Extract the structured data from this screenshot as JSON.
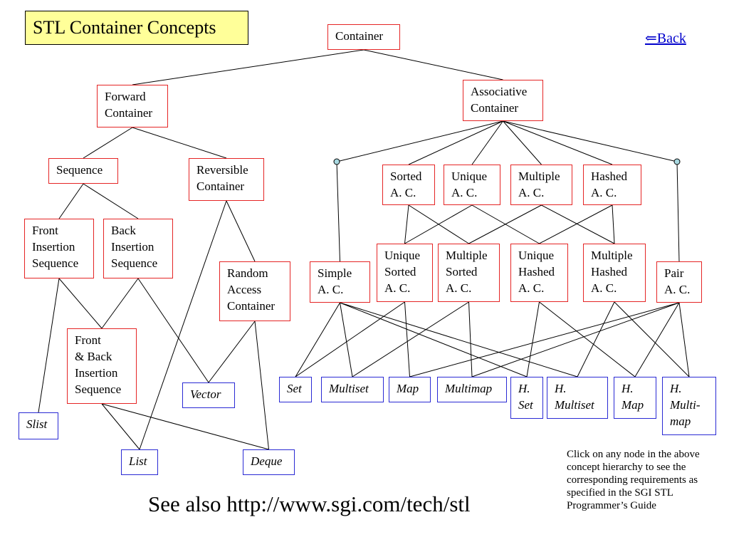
{
  "title": "STL Container Concepts",
  "back_link": "⇐Back",
  "see_also": "See also http://www.sgi.com/tech/stl",
  "note": "Click on any node in the above concept hierarchy to see the corresponding requirements as specified in the SGI STL Programmer’s Guide",
  "colors": {
    "concept_border": "#e52525",
    "model_border": "#2a2ad4",
    "title_fill": "#ffff99",
    "junction_fill": "#a8d8e0"
  },
  "nodes": {
    "container": [
      "Container"
    ],
    "forward_container": [
      "Forward",
      "Container"
    ],
    "associative_container": [
      "Associative",
      "Container"
    ],
    "sequence": [
      "Sequence"
    ],
    "reversible_container": [
      "Reversible",
      "Container"
    ],
    "sorted_ac": [
      "Sorted",
      "A. C."
    ],
    "unique_ac": [
      "Unique",
      "A. C."
    ],
    "multiple_ac": [
      "Multiple",
      "A. C."
    ],
    "hashed_ac": [
      "Hashed",
      "A. C."
    ],
    "front_insertion_sequence": [
      "Front",
      "Insertion",
      "Sequence"
    ],
    "back_insertion_sequence": [
      "Back",
      "Insertion",
      "Sequence"
    ],
    "random_access_container": [
      "Random",
      "Access",
      "Container"
    ],
    "simple_ac": [
      "Simple",
      "A. C."
    ],
    "unique_sorted_ac": [
      "Unique",
      "Sorted",
      "A. C."
    ],
    "multiple_sorted_ac": [
      "Multiple",
      "Sorted",
      "A. C."
    ],
    "unique_hashed_ac": [
      "Unique",
      "Hashed",
      "A. C."
    ],
    "multiple_hashed_ac": [
      "Multiple",
      "Hashed",
      "A. C."
    ],
    "pair_ac": [
      "Pair",
      "A. C."
    ],
    "front_back_insertion_sequence": [
      "Front",
      "& Back",
      "Insertion",
      "Sequence"
    ],
    "vector": [
      "Vector"
    ],
    "slist": [
      "Slist"
    ],
    "list": [
      "List"
    ],
    "deque": [
      "Deque"
    ],
    "set": [
      "Set"
    ],
    "multiset": [
      "Multiset"
    ],
    "map": [
      "Map"
    ],
    "multimap": [
      "Multimap"
    ],
    "hash_set": [
      "H.",
      "Set"
    ],
    "hash_multiset": [
      "H.",
      "Multiset"
    ],
    "hash_map": [
      "H.",
      "Map"
    ],
    "hash_multimap": [
      "H.",
      "Multi-",
      "map"
    ]
  },
  "edges": [
    [
      "container",
      "forward_container"
    ],
    [
      "container",
      "associative_container"
    ],
    [
      "forward_container",
      "sequence"
    ],
    [
      "forward_container",
      "reversible_container"
    ],
    [
      "associative_container",
      "junction_left"
    ],
    [
      "associative_container",
      "junction_right"
    ],
    [
      "associative_container",
      "sorted_ac"
    ],
    [
      "associative_container",
      "unique_ac"
    ],
    [
      "associative_container",
      "multiple_ac"
    ],
    [
      "associative_container",
      "hashed_ac"
    ],
    [
      "junction_left",
      "simple_ac"
    ],
    [
      "junction_right",
      "pair_ac"
    ],
    [
      "sequence",
      "front_insertion_sequence"
    ],
    [
      "sequence",
      "back_insertion_sequence"
    ],
    [
      "reversible_container",
      "random_access_container"
    ],
    [
      "reversible_container",
      "list"
    ],
    [
      "sorted_ac",
      "unique_sorted_ac"
    ],
    [
      "sorted_ac",
      "multiple_sorted_ac"
    ],
    [
      "unique_ac",
      "unique_sorted_ac"
    ],
    [
      "unique_ac",
      "unique_hashed_ac"
    ],
    [
      "multiple_ac",
      "multiple_sorted_ac"
    ],
    [
      "multiple_ac",
      "multiple_hashed_ac"
    ],
    [
      "hashed_ac",
      "unique_hashed_ac"
    ],
    [
      "hashed_ac",
      "multiple_hashed_ac"
    ],
    [
      "front_insertion_sequence",
      "slist"
    ],
    [
      "front_insertion_sequence",
      "front_back_insertion_sequence"
    ],
    [
      "back_insertion_sequence",
      "front_back_insertion_sequence"
    ],
    [
      "back_insertion_sequence",
      "vector"
    ],
    [
      "random_access_container",
      "vector"
    ],
    [
      "random_access_container",
      "deque"
    ],
    [
      "front_back_insertion_sequence",
      "list"
    ],
    [
      "front_back_insertion_sequence",
      "deque"
    ],
    [
      "simple_ac",
      "set"
    ],
    [
      "simple_ac",
      "multiset"
    ],
    [
      "simple_ac",
      "hash_set"
    ],
    [
      "simple_ac",
      "hash_multiset"
    ],
    [
      "pair_ac",
      "map"
    ],
    [
      "pair_ac",
      "multimap"
    ],
    [
      "pair_ac",
      "hash_map"
    ],
    [
      "pair_ac",
      "hash_multimap"
    ],
    [
      "unique_sorted_ac",
      "set"
    ],
    [
      "unique_sorted_ac",
      "map"
    ],
    [
      "multiple_sorted_ac",
      "multiset"
    ],
    [
      "multiple_sorted_ac",
      "multimap"
    ],
    [
      "unique_hashed_ac",
      "hash_set"
    ],
    [
      "unique_hashed_ac",
      "hash_map"
    ],
    [
      "multiple_hashed_ac",
      "hash_multiset"
    ],
    [
      "multiple_hashed_ac",
      "hash_multimap"
    ]
  ]
}
